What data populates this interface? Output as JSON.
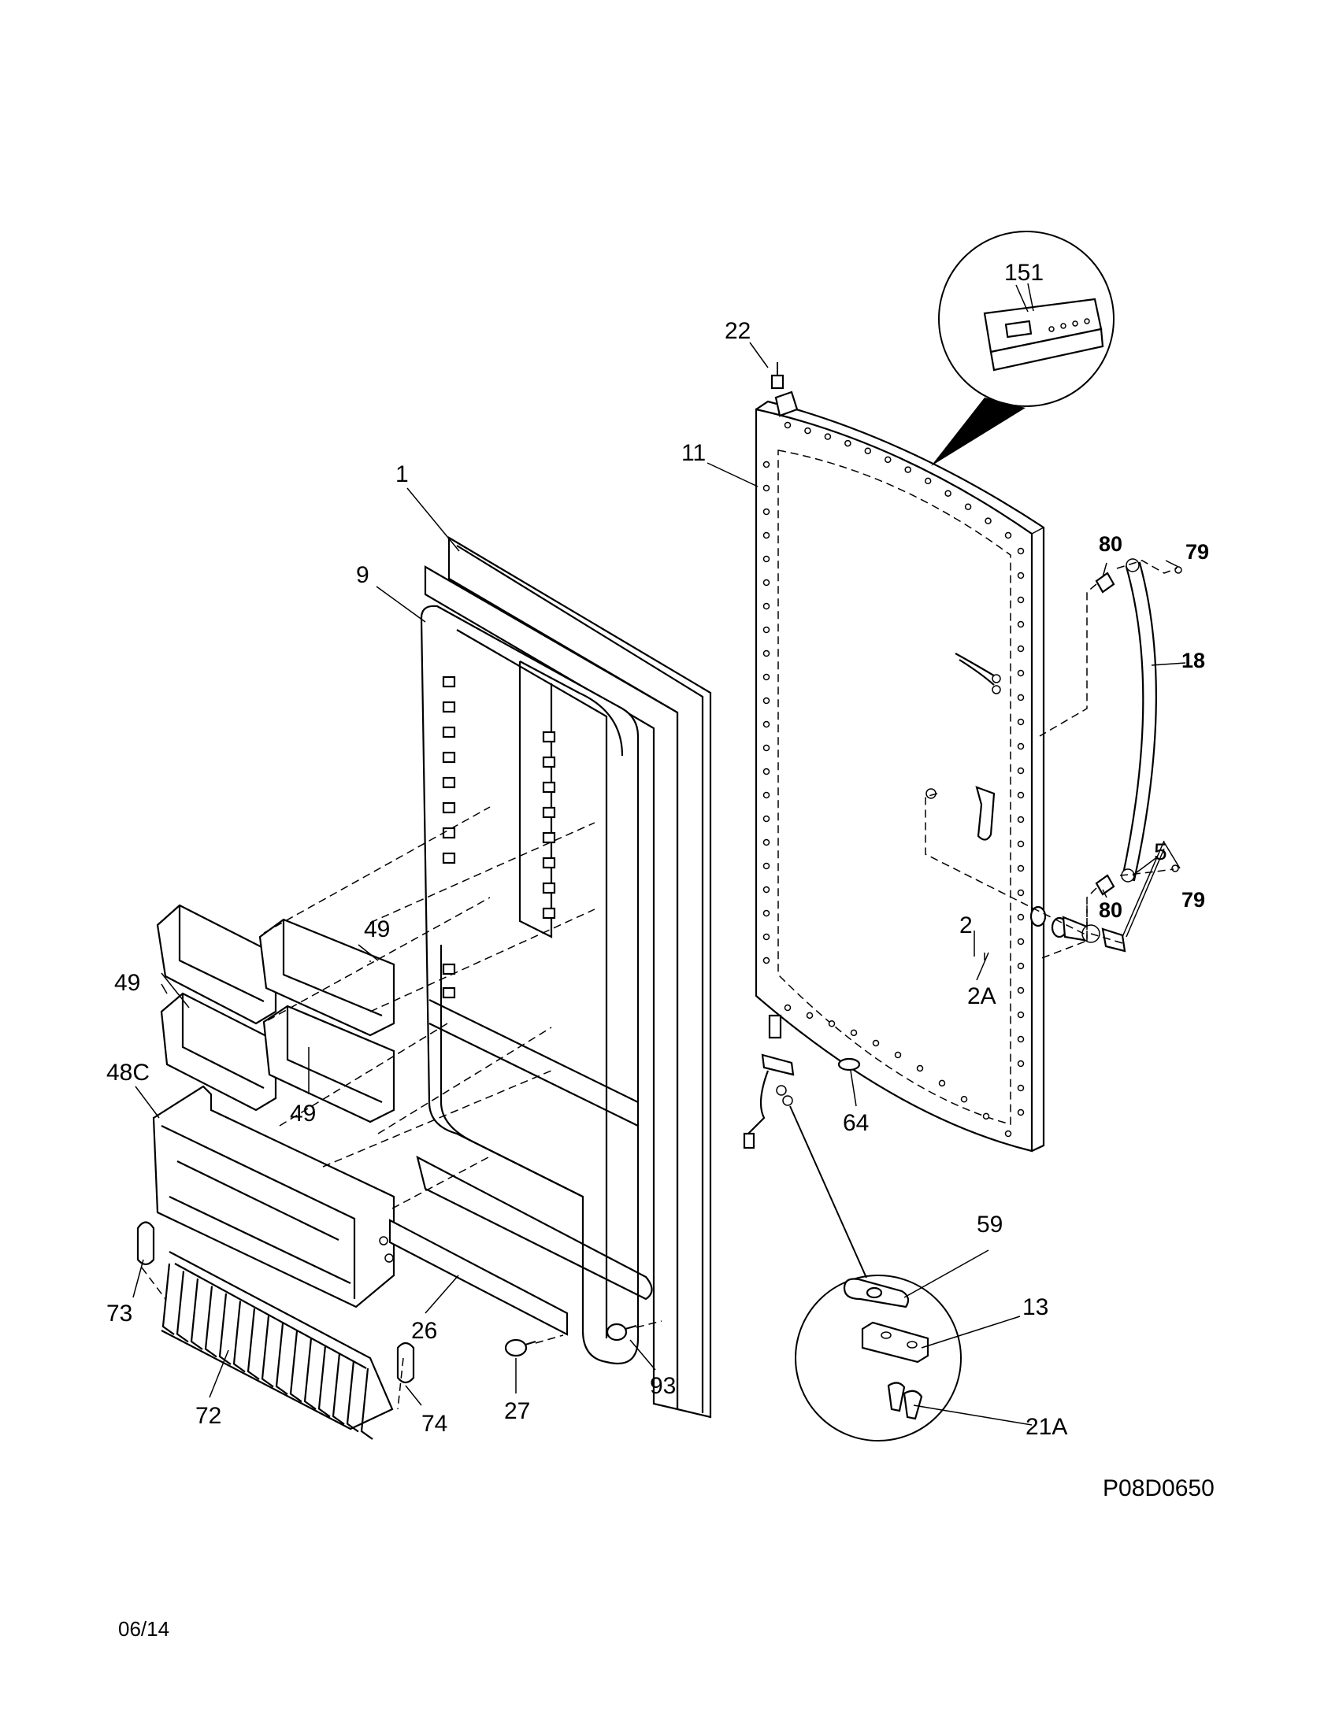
{
  "diagram": {
    "code": "P08D0650",
    "date": "06/14",
    "callouts": {
      "c1": "1",
      "c2": "2",
      "c2A": "2A",
      "c5": "5",
      "c9": "9",
      "c11": "11",
      "c13": "13",
      "c18": "18",
      "c21A": "21A",
      "c22": "22",
      "c26": "26",
      "c27": "27",
      "c48C": "48C",
      "c49a": "49",
      "c49b": "49",
      "c49c": "49",
      "c59": "59",
      "c64": "64",
      "c72": "72",
      "c73": "73",
      "c74": "74",
      "c79a": "79",
      "c79b": "79",
      "c80a": "80",
      "c80b": "80",
      "c93": "93",
      "c151": "151"
    }
  }
}
